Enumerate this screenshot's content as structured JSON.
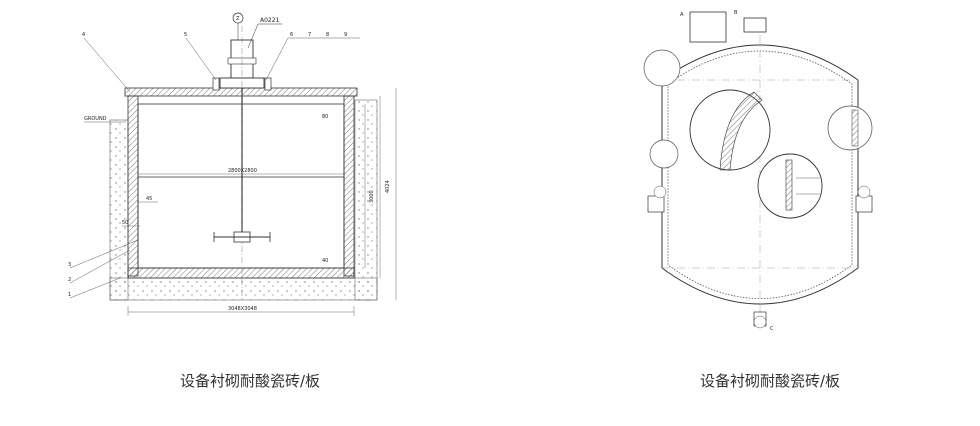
{
  "left": {
    "caption": "设备衬砌耐酸瓷砖/板",
    "labels": {
      "tag": "A0221",
      "circle": "Z",
      "ground": "GROUND",
      "n1": "1",
      "n2": "2",
      "n3": "3",
      "n4": "4",
      "n5": "5",
      "n6": "6",
      "n7": "7",
      "n8": "8",
      "n9": "9",
      "inner_width": "2800X2800",
      "outer_width": "3048X3048",
      "d45": "45",
      "d50": "50",
      "d40": "40",
      "d80": "80",
      "d3000": "3000",
      "d4024": "4024"
    }
  },
  "right": {
    "caption": "设备衬砌耐酸瓷砖/板",
    "labels": {
      "a": "A",
      "b": "B",
      "c": "C"
    }
  }
}
